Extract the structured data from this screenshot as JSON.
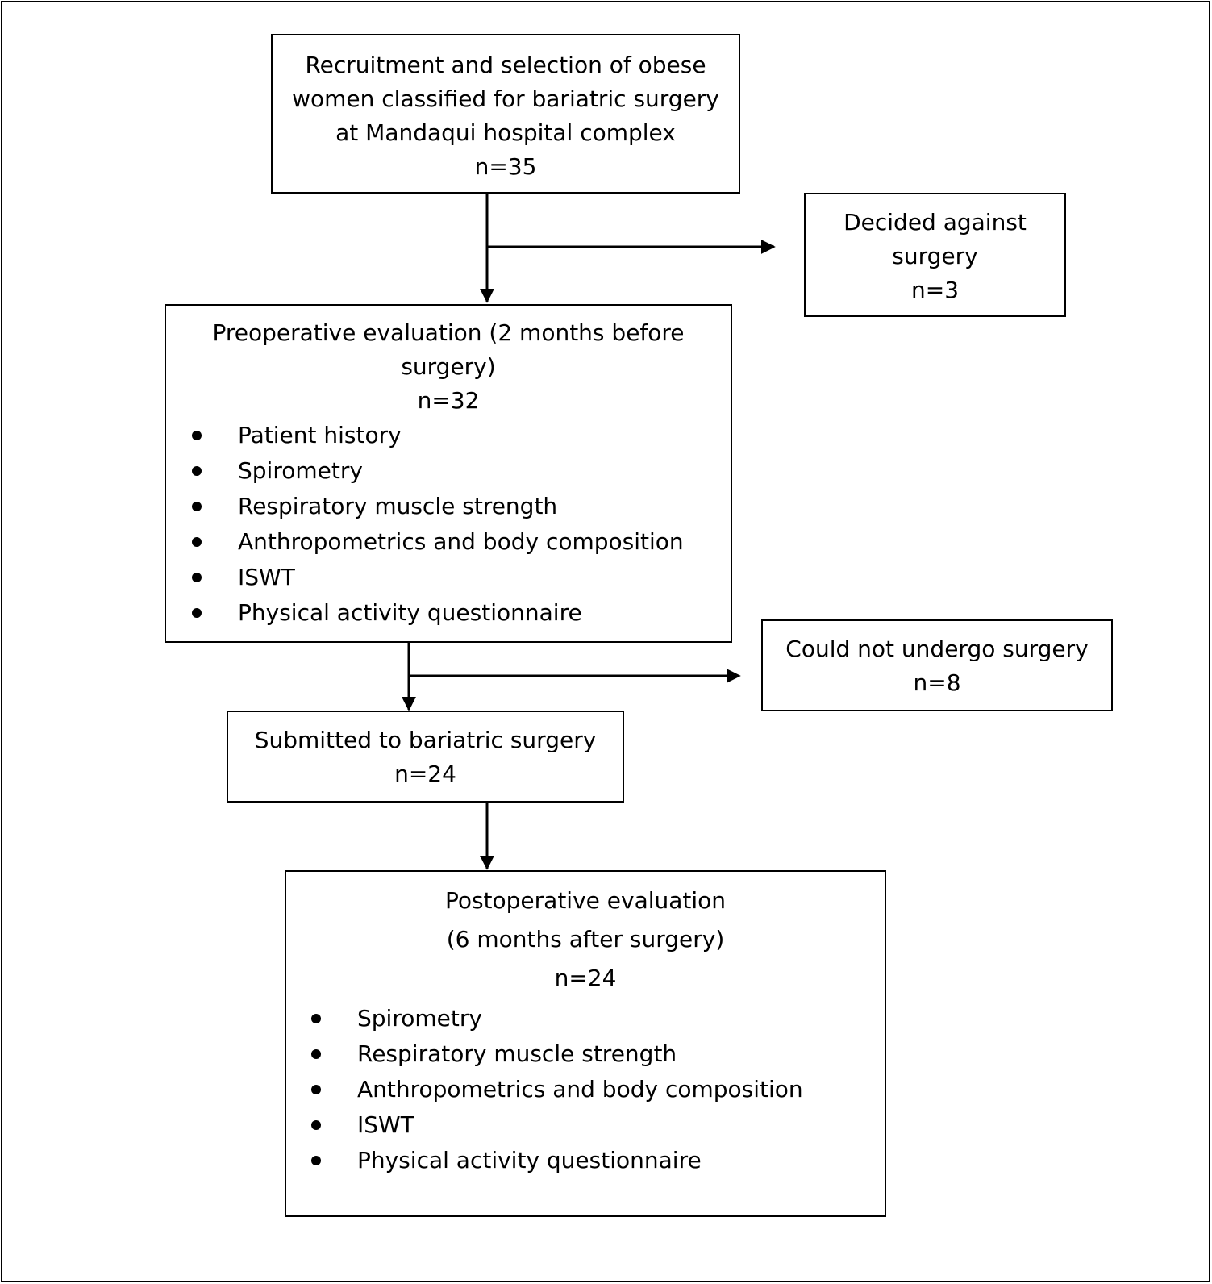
{
  "recruitment": {
    "lines": [
      "Recruitment and selection of obese",
      "women classified for bariatric surgery",
      "at Mandaqui hospital complex",
      "n=35"
    ]
  },
  "decided_against": {
    "lines": [
      "Decided against",
      "surgery",
      "n=3"
    ]
  },
  "preoperative": {
    "lines": [
      "Preoperative evaluation (2 months before",
      "surgery)",
      "n=32"
    ],
    "items": [
      "Patient history",
      "Spirometry",
      "Respiratory muscle strength",
      "Anthropometrics and body composition",
      "ISWT",
      "Physical activity questionnaire"
    ]
  },
  "could_not_undergo": {
    "lines": [
      "Could not undergo surgery",
      "n=8"
    ]
  },
  "submitted": {
    "lines": [
      "Submitted to bariatric surgery",
      "n=24"
    ]
  },
  "postoperative": {
    "lines": [
      "Postoperative evaluation",
      "(6 months after surgery)",
      "n=24"
    ],
    "items": [
      "Spirometry",
      "Respiratory muscle strength",
      "Anthropometrics and body composition",
      "ISWT",
      "Physical activity questionnaire"
    ]
  }
}
